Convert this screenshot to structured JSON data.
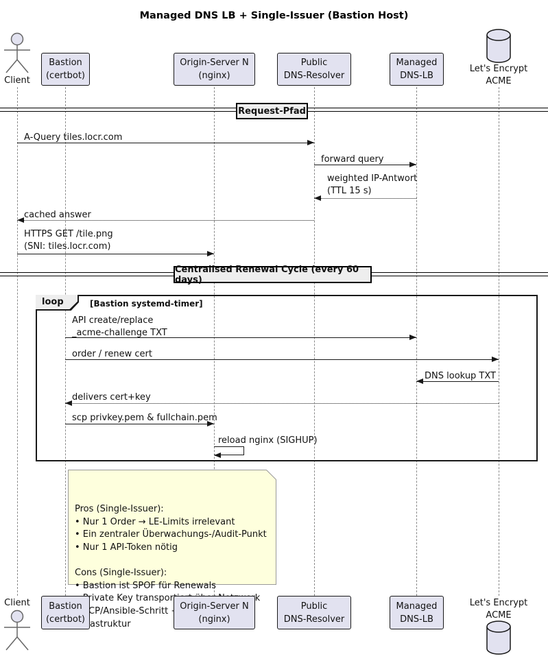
{
  "title": "Managed DNS LB + Single-Issuer (Bastion Host)",
  "participants": [
    {
      "id": "client",
      "type": "actor",
      "label": "Client"
    },
    {
      "id": "bastion",
      "type": "box",
      "label": "Bastion\n(certbot)"
    },
    {
      "id": "origin",
      "type": "box",
      "label": "Origin-Server N\n(nginx)"
    },
    {
      "id": "resolver",
      "type": "box",
      "label": "Public\nDNS-Resolver"
    },
    {
      "id": "dnslb",
      "type": "box",
      "label": "Managed\nDNS-LB"
    },
    {
      "id": "acme",
      "type": "database",
      "label": "Let's Encrypt\nACME"
    }
  ],
  "dividers": [
    {
      "label": "Request-Pfad"
    },
    {
      "label": "Centralised Renewal Cycle (every 60 days)"
    }
  ],
  "loop": {
    "operator": "loop",
    "condition": "[Bastion systemd-timer]"
  },
  "messages": [
    {
      "from": "client",
      "to": "resolver",
      "style": "solid",
      "label": "A-Query tiles.locr.com"
    },
    {
      "from": "resolver",
      "to": "dnslb",
      "style": "solid",
      "label": "forward query"
    },
    {
      "from": "dnslb",
      "to": "resolver",
      "style": "dotted",
      "label": "weighted IP-Antwort\n(TTL 15 s)"
    },
    {
      "from": "resolver",
      "to": "client",
      "style": "dotted",
      "label": "cached answer"
    },
    {
      "from": "client",
      "to": "origin",
      "style": "solid",
      "label": "HTTPS GET /tile.png\n(SNI: tiles.locr.com)"
    },
    {
      "from": "bastion",
      "to": "dnslb",
      "style": "solid",
      "label": "API create/replace\n_acme-challenge TXT"
    },
    {
      "from": "bastion",
      "to": "acme",
      "style": "solid",
      "label": "order / renew cert"
    },
    {
      "from": "acme",
      "to": "dnslb",
      "style": "solid",
      "label": "DNS lookup TXT"
    },
    {
      "from": "acme",
      "to": "bastion",
      "style": "dotted",
      "label": "delivers cert+key"
    },
    {
      "from": "bastion",
      "to": "origin",
      "style": "solid",
      "label": "scp privkey.pem & fullchain.pem"
    },
    {
      "from": "origin",
      "to": "origin",
      "style": "solid",
      "label": "reload nginx (SIGHUP)"
    }
  ],
  "note": {
    "text": "Pros (Single-Issuer):\n• Nur 1 Order → LE-Limits irrelevant\n• Ein zentraler Überwachungs-/Audit-Punkt\n• Nur 1 API-Token nötig\n\nCons (Single-Issuer):\n• Bastion ist SPOF für Renewals\n• Private Key transportiert über Netzwerk\n• SCP/Ansible-Schritt + zusätzliche Infrastruktur"
  },
  "colors": {
    "participant_fill": "#E2E2F0",
    "participant_border": "#181818",
    "note_fill": "#FEFFDD",
    "note_border": "#999999",
    "divider_fill": "#EEEEEE",
    "frame_border": "#181818",
    "lifeline": "#8A8A8A",
    "text": "#111111"
  }
}
